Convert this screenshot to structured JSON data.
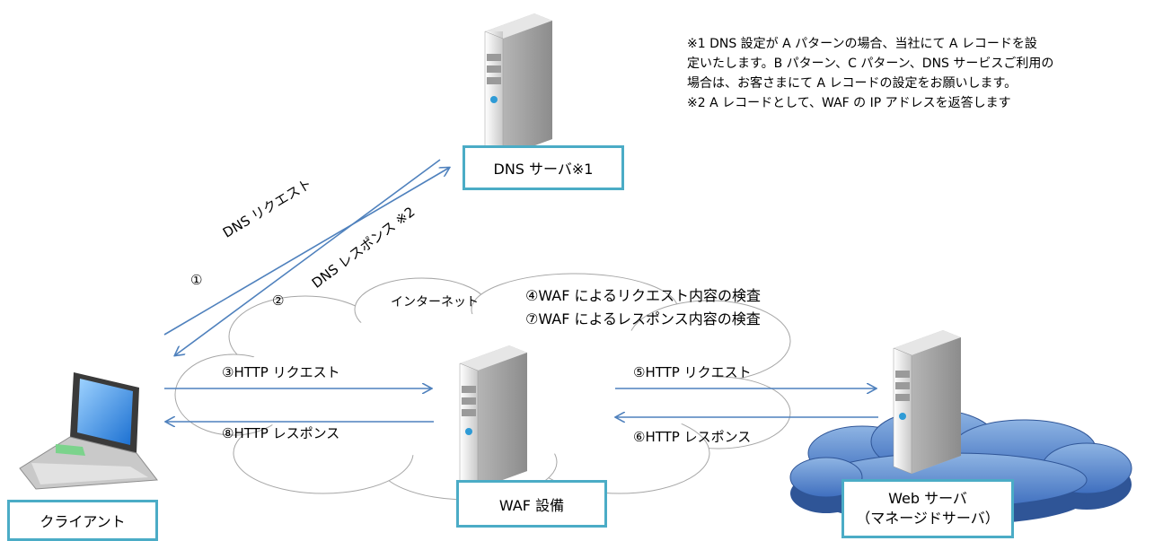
{
  "notes": {
    "line1": "※1  DNS 設定が A パターンの場合、当社にて A レコードを設",
    "line2": "定いたします。B パターン、C パターン、DNS サービスご利用の",
    "line3": "場合は、お客さまにて A レコードの設定をお願いします。",
    "line4": "※2 A レコードとして、WAF の IP アドレスを返答します"
  },
  "nodes": {
    "dns_server": "DNS サーバ※1",
    "client": "クライアント",
    "waf": "WAF 設備",
    "web_server_line1": "Web サーバ",
    "web_server_line2": "（マネージドサーバ）"
  },
  "labels": {
    "step1_num": "①",
    "step1": "DNS リクエスト",
    "step2_num": "②",
    "step2": "DNS レスポンス  ※2",
    "internet": "インターネット",
    "step4": "④WAF によるリクエスト内容の検査",
    "step7": "⑦WAF によるレスポンス内容の検査",
    "step3": "③HTTP リクエスト",
    "step8": "⑧HTTP レスポンス",
    "step5": "⑤HTTP リクエスト",
    "step6": "⑥HTTP レスポンス"
  },
  "colors": {
    "box_border": "#4bacc6",
    "arrow": "#4f81bd",
    "cloud_stroke": "#a6a6a6",
    "web_cloud": "#4472c4"
  }
}
